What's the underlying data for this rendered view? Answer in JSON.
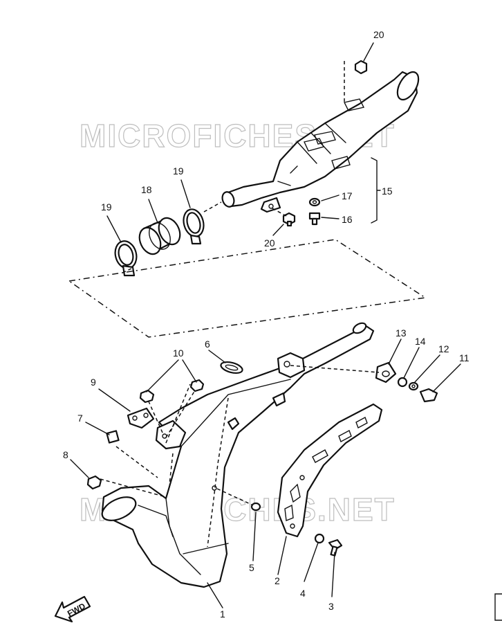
{
  "watermark": "MICROFICHES.NET",
  "direction_label": "FWD",
  "callouts": {
    "c1": "1",
    "c2": "2",
    "c3": "3",
    "c4": "4",
    "c5": "5",
    "c6": "6",
    "c7": "7",
    "c8": "8",
    "c9": "9",
    "c10": "10",
    "c11": "11",
    "c12": "12",
    "c13": "13",
    "c14": "14",
    "c15": "15",
    "c16": "16",
    "c17": "17",
    "c18": "18",
    "c19a": "19",
    "c19b": "19",
    "c20a": "20",
    "c20b": "20"
  }
}
